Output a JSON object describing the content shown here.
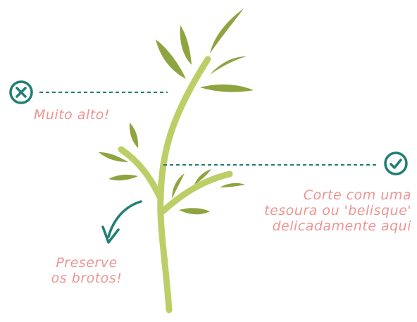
{
  "colors": {
    "stem": "#bccf67",
    "leaf": "#8ea43f",
    "accent": "#1f7f74",
    "label": "#ee9592"
  },
  "icons": {
    "too_tall": "x-circle-icon",
    "cut_here": "check-circle-icon",
    "preserve": "curved-arrow-icon"
  },
  "annotations": {
    "too_tall": {
      "lines": [
        "Muito alto!"
      ]
    },
    "cut_here": {
      "lines": [
        "Corte com uma",
        "tesoura ou 'belisque'",
        "delicadamente aqui"
      ]
    },
    "preserve_buds": {
      "lines": [
        "Preserve",
        "os brotos!"
      ]
    }
  }
}
